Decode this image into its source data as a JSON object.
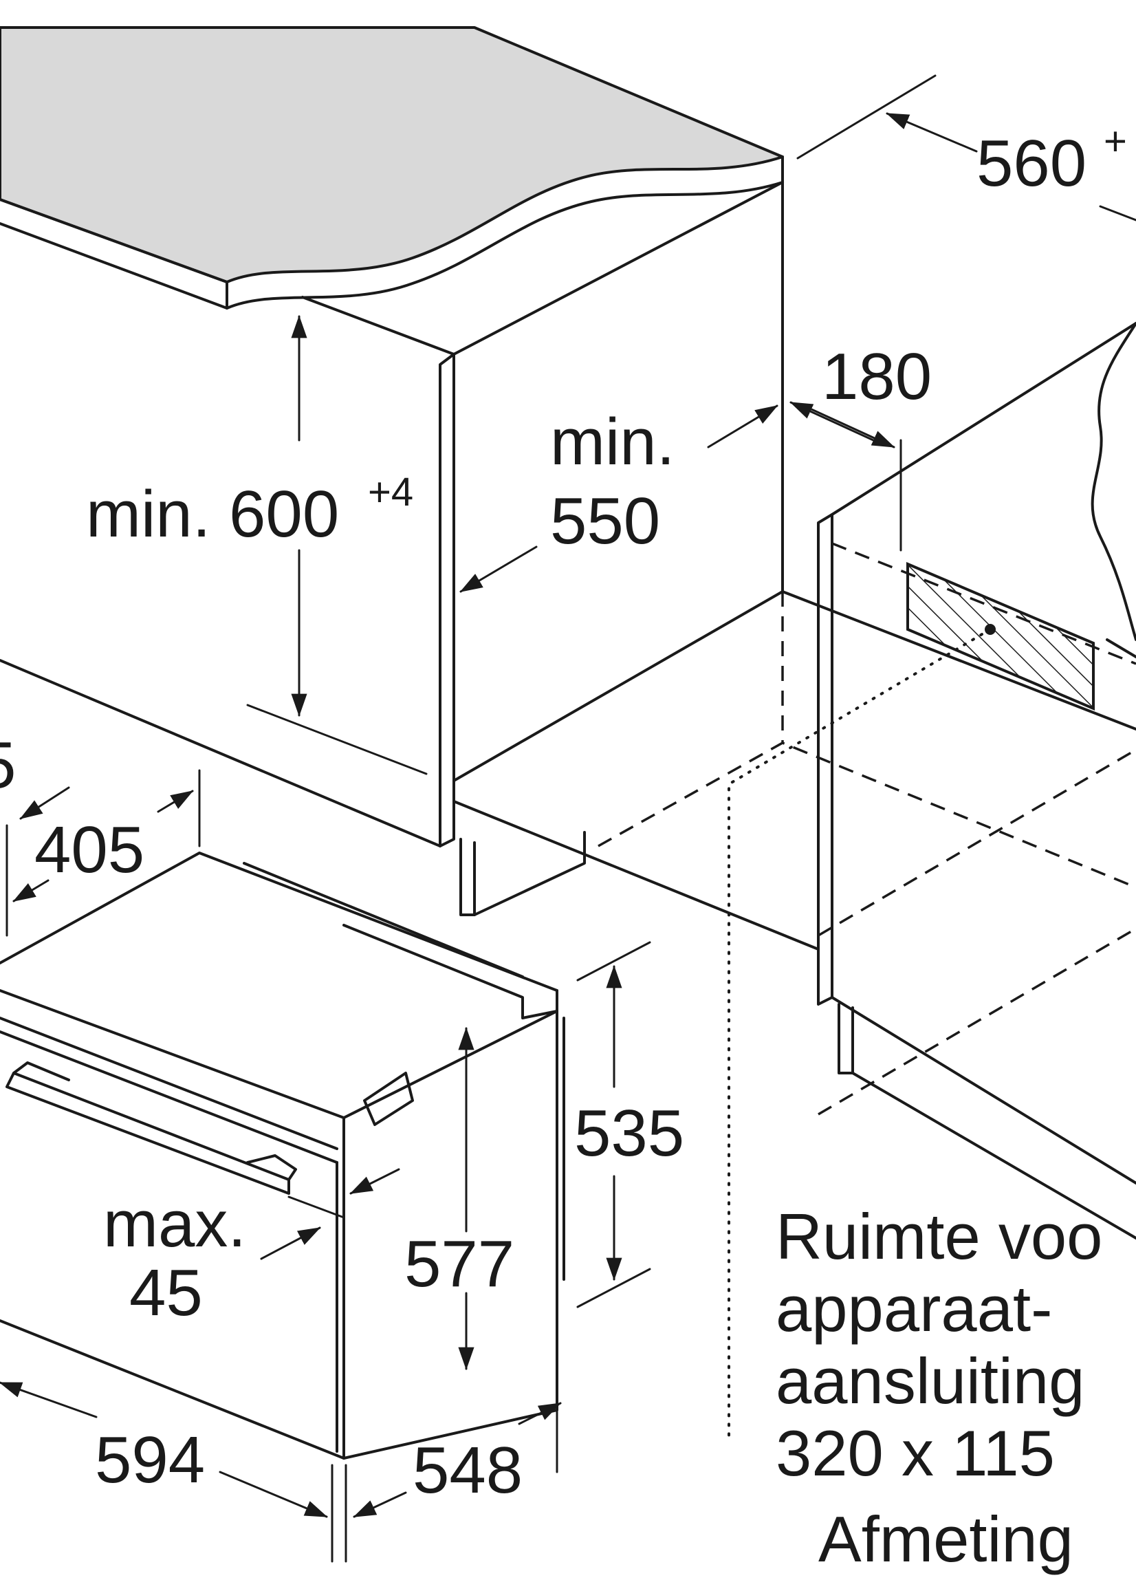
{
  "dimensions": {
    "opening_width": "560",
    "opening_width_sup": "+",
    "height_prefix": "min. 600",
    "height_sup": "+4",
    "depth_min_line1": "min.",
    "depth_min_line2": "550",
    "gap": "180",
    "partial_top": "5",
    "width_405": "405",
    "height_535": "535",
    "height_577": "577",
    "max_line1": "max.",
    "max_line2": "45",
    "width_594": "594",
    "depth_548": "548"
  },
  "note": {
    "line1": "Ruimte voo",
    "line2": "apparaat-",
    "line3": "aansluiting",
    "line4": "320 x 115",
    "line5": "Afmeting"
  },
  "colors": {
    "line": "#1a1a1a",
    "worktop": "#d9d9d9",
    "background": "#ffffff"
  }
}
